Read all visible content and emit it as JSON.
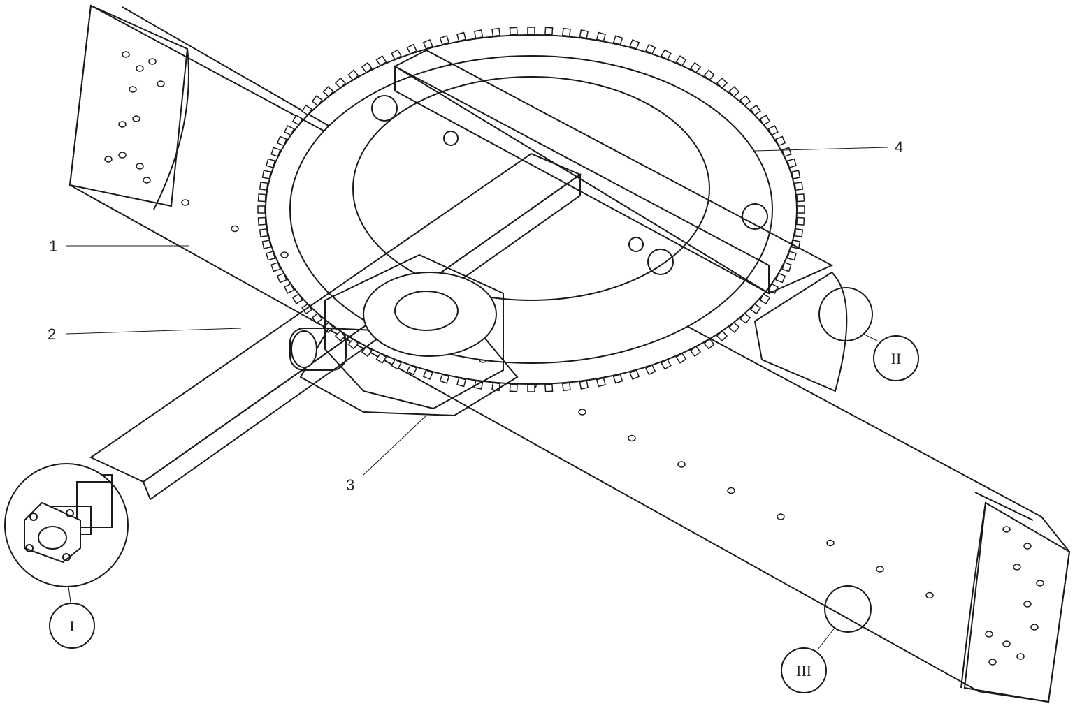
{
  "labels": {
    "part1": "1",
    "part2": "2",
    "part3": "3",
    "part4": "4"
  },
  "callouts": {
    "detail1": "I",
    "detail2": "II",
    "detail3": "III"
  },
  "colors": {
    "ink": "#1a1a1a",
    "paper": "#ffffff"
  }
}
